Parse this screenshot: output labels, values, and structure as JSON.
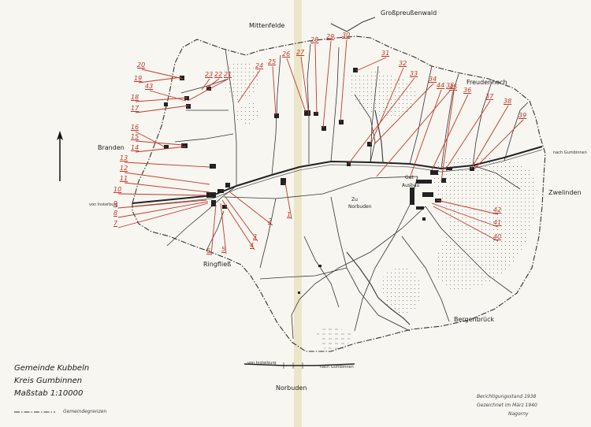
{
  "places": {
    "mittenfelde": "Mittenfelde",
    "grosspreussenwald": "Großpreußenwald",
    "branden": "Branden",
    "freudenhoch": "Freudenhoch",
    "zwelinden": "Zwelinden",
    "ringfliess": "Ringfließ",
    "bergenbrueck": "Bergenbrück",
    "norbuden": "Norbuden",
    "gut_ausbau_1": "Gut",
    "gut_ausbau_2": "Ausbau",
    "zu_norbuden_1": "Zu",
    "zu_norbuden_2": "Norbuden"
  },
  "road_labels": {
    "von_insterburg_west": "von Insterburg",
    "nach_gumbinnen_east": "nach Gumbinnen",
    "von_insterburg_south": "von Insterburg",
    "nach_gumbinnen_south": "nach Gumbinnen"
  },
  "legend": {
    "title_line1": "Gemeinde Kubbeln",
    "title_line2": "Kreis Gumbinnen",
    "title_line3": "Maßstab 1:10000",
    "boundary_label": "Gemeindegrenzen"
  },
  "footer": {
    "line1": "Berichtigungsstand 1938",
    "line2": "Gezeichnet im März 1940",
    "line3": "Nagorny"
  },
  "house_numbers": [
    "1",
    "2",
    "3",
    "4",
    "5",
    "6",
    "7",
    "8",
    "9",
    "10",
    "11",
    "12",
    "13",
    "14",
    "15",
    "16",
    "17",
    "18",
    "19",
    "20",
    "21",
    "22",
    "23",
    "24",
    "25",
    "26",
    "27",
    "28",
    "29",
    "30",
    "31",
    "32",
    "33",
    "34",
    "35",
    "36",
    "37",
    "38",
    "39",
    "40",
    "41",
    "42",
    "43",
    "44",
    "45"
  ],
  "colors": {
    "red_leader": "#c0392b",
    "ink": "#222222",
    "paper": "#f7f6f1"
  },
  "icons": {
    "north_arrow": "north-arrow-icon"
  }
}
